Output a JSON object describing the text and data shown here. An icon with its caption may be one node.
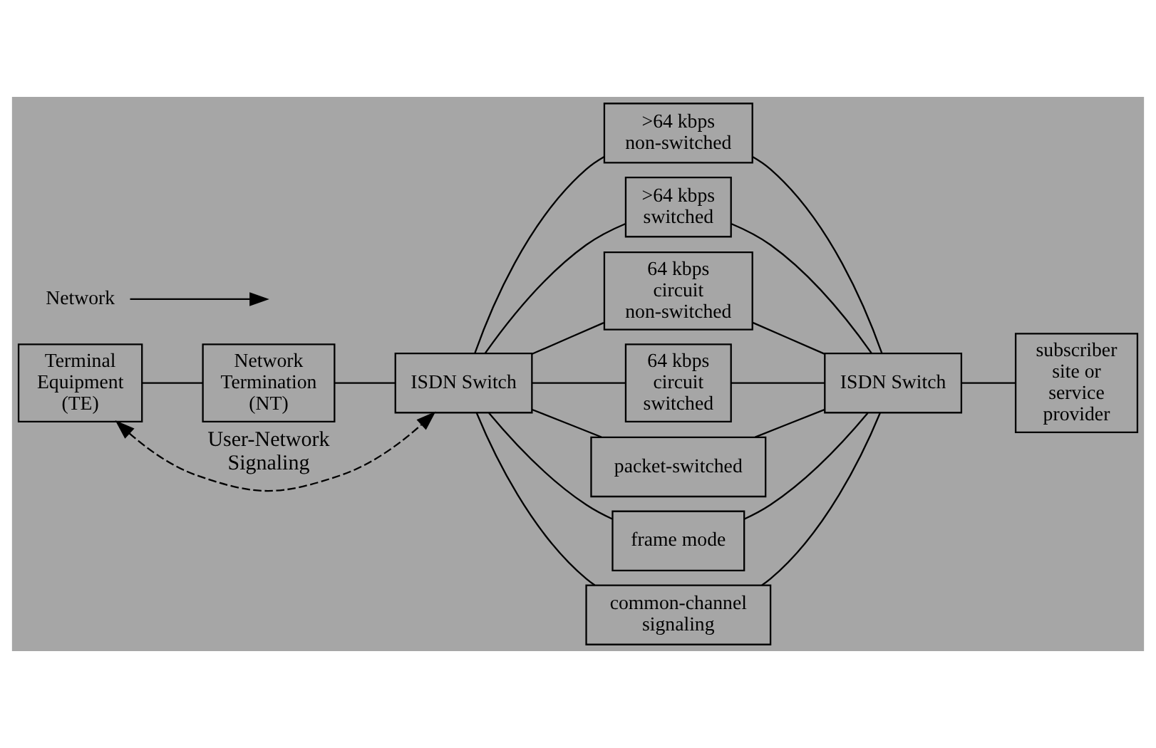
{
  "diagram": {
    "nodes": [
      {
        "text": [
          "Terminal Equipment (TE)"
        ]
      },
      {
        "text": [
          "Network Termination (NT)"
        ]
      },
      {
        "text": [
          "ISDN Switch"
        ]
      },
      {
        "text": [
          ">64 kbps non-switched"
        ]
      },
      {
        "text": [
          ">64 kbps switched"
        ]
      },
      {
        "text": [
          "64 kbps circuit non-switched"
        ]
      },
      {
        "text": [
          "64 kbps circuit switched"
        ]
      },
      {
        "text": [
          "packet-switched"
        ]
      },
      {
        "text": [
          "frame mode"
        ]
      },
      {
        "text": [
          "common-channel signaling"
        ]
      },
      {
        "text": [
          "ISDN Switch"
        ]
      },
      {
        "text": [
          "subscriber site or service provider"
        ]
      },
      {
        "text": [
          "Network"
        ]
      }
    ],
    "edges": [
      {
        "from": 0,
        "to": 1,
        "arrow": "none"
      },
      {
        "from": 1,
        "to": 2,
        "arrow": "none"
      },
      {
        "from": 2,
        "to": 3,
        "arrow": "none"
      },
      {
        "from": 2,
        "to": 4,
        "arrow": "none"
      },
      {
        "from": 2,
        "to": 5,
        "arrow": "none"
      },
      {
        "from": 2,
        "to": 6,
        "arrow": "none"
      },
      {
        "from": 2,
        "to": 7,
        "arrow": "none"
      },
      {
        "from": 2,
        "to": 8,
        "arrow": "none"
      },
      {
        "from": 2,
        "to": 9,
        "arrow": "none"
      },
      {
        "from": 3,
        "to": 10,
        "arrow": "none"
      },
      {
        "from": 4,
        "to": 10,
        "arrow": "none"
      },
      {
        "from": 5,
        "to": 10,
        "arrow": "none"
      },
      {
        "from": 6,
        "to": 10,
        "arrow": "none"
      },
      {
        "from": 7,
        "to": 10,
        "arrow": "none"
      },
      {
        "from": 8,
        "to": 10,
        "arrow": "none"
      },
      {
        "from": 9,
        "to": 10,
        "arrow": "none"
      },
      {
        "from": 10,
        "to": 11,
        "arrow": "none"
      },
      {
        "from": 0,
        "to": 2,
        "arrow": "both",
        "style": "dashed",
        "label": "User-Network Signaling"
      },
      {
        "from": 12,
        "to": null,
        "arrow": "to"
      }
    ]
  }
}
